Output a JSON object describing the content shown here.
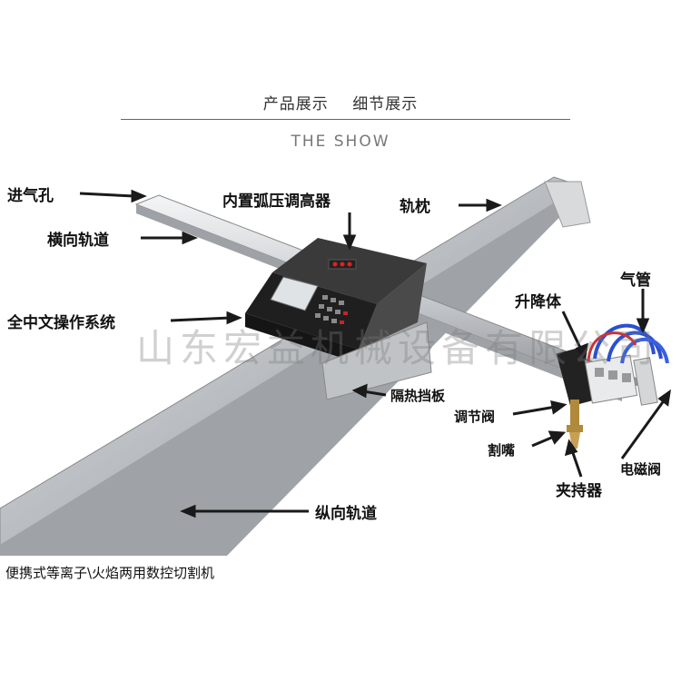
{
  "header": {
    "tab1": "产品展示",
    "tab2": "细节展示",
    "subtitle": "THE SHOW"
  },
  "labels": {
    "air_inlet": "进气孔",
    "transverse_rail": "横向轨道",
    "arc_voltage": "内置弧压调高器",
    "rail_pillow": "轨枕",
    "gas_pipe": "气管",
    "lifting_body": "升降体",
    "chinese_system": "全中文操作系统",
    "heat_shield": "隔热挡板",
    "regulating_valve": "调节阀",
    "cutting_nozzle": "割嘴",
    "solenoid_valve": "电磁阀",
    "holder": "夹持器",
    "longitudinal_rail": "纵向轨道"
  },
  "watermark": "山东宏益机械设备有限公司",
  "caption": "便携式等离子\\火焰两用数控切割机",
  "colors": {
    "rail": "#c9ccd0",
    "rail_dark": "#8d9095",
    "controller": "#2a2a2a",
    "hose_blue": "#2a4fd0",
    "arrow": "#1a1a1a"
  }
}
